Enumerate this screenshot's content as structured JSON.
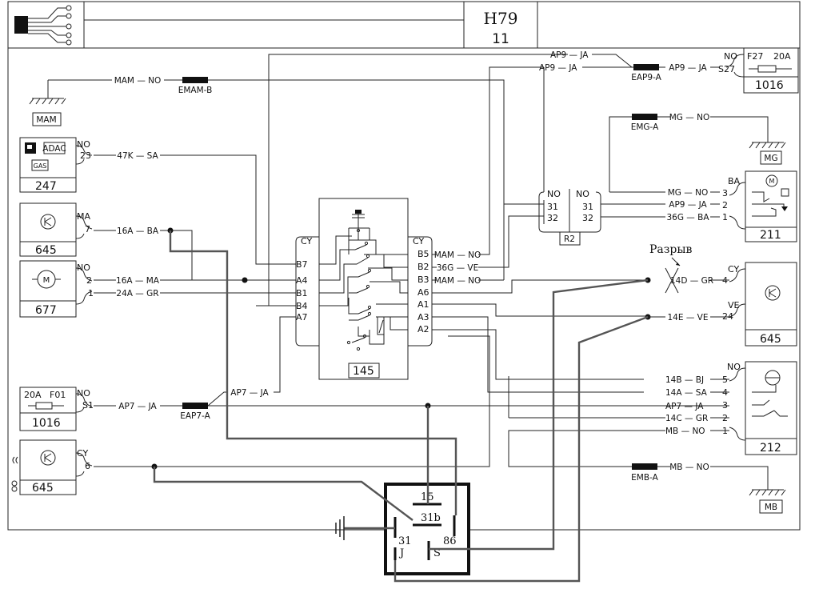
{
  "title": {
    "code": "H79",
    "sheet": "11"
  },
  "note": "Разрыв",
  "components": {
    "c247": {
      "id": "247",
      "icons": [
        "ADAC",
        "GAS"
      ]
    },
    "c645a": {
      "id": "645"
    },
    "c677": {
      "id": "677"
    },
    "c1016a": {
      "id": "1016",
      "fuse_rating": "20A",
      "fuse_name": "F01"
    },
    "c645b": {
      "id": "645"
    },
    "c145": {
      "id": "145"
    },
    "r2": {
      "id": "R2"
    },
    "c1016b": {
      "id": "1016",
      "fuse_name": "F27",
      "fuse_rating": "20A"
    },
    "c211": {
      "id": "211"
    },
    "c645c": {
      "id": "645"
    },
    "c212": {
      "id": "212"
    },
    "relay": {
      "pins": [
        "15",
        "31b",
        "31",
        "J",
        "86",
        "S"
      ]
    }
  },
  "grounds": {
    "mam": "MAM",
    "mg": "MG",
    "mb": "MB"
  },
  "splices": {
    "emam_b": "EMAM-B",
    "eap9_a": "EAP9-A",
    "emg_a": "EMG-A",
    "eap7_a": "EAP7-A",
    "emb_a": "EMB-A"
  },
  "wires": {
    "mam_no": "MAM — NO",
    "w47k": "47K — SA",
    "w16a_ba": "16A — BA",
    "w16a_ma": "16A — MA",
    "w24a_gr": "24A — GR",
    "ap7_ja_left": "AP7 — JA",
    "ap7_ja_mid": "AP7 — JA",
    "ap9_ja_top": "AP9 — JA",
    "ap9_ja_2": "AP9 — JA",
    "ap9_ja_3": "AP9 — JA",
    "mg_no_top": "MG — NO",
    "mg_no_211": "MG — NO",
    "ap9_ja_211": "AP9 — JA",
    "w36g_ba": "36G — BA",
    "mam_no_b5": "MAM — NO",
    "w36g_ve": "36G — VE",
    "mam_no_b3": "MAM — NO",
    "w14d_gr": "14D — GR",
    "w14e_ve": "14E — VE",
    "w14b_bj": "14B — BJ",
    "w14a_sa": "14A — SA",
    "ap7_ja_212": "AP7 — JA",
    "w14c_gr": "14C — GR",
    "mb_no_212": "MB — NO",
    "mb_no_emb": "MB — NO"
  },
  "pins": {
    "p247": {
      "a": "NO",
      "b": "23"
    },
    "p645a": {
      "a": "MA",
      "b": "7"
    },
    "p677": {
      "a": "NO",
      "b": "2",
      "c": "1"
    },
    "p1016a": {
      "a": "NO",
      "b": "S1"
    },
    "p645b": {
      "a": "CY",
      "b": "6"
    },
    "p145_left": [
      "CY",
      "B7",
      "A4",
      "B1",
      "B4",
      "A7"
    ],
    "p145_right": [
      "CY",
      "B5",
      "B2",
      "B3",
      "A6",
      "A1",
      "A3",
      "A2"
    ],
    "pr2": {
      "l1": "NO",
      "r1": "NO",
      "l2": "31",
      "r2": "31",
      "l3": "32",
      "r3": "32"
    },
    "p1016b": {
      "a": "NO",
      "b": "S27"
    },
    "p211": [
      "BA",
      "3",
      "2",
      "1"
    ],
    "p645c": {
      "a": "CY",
      "b": "4",
      "c": "VE",
      "d": "24"
    },
    "p212": [
      "NO",
      "5",
      "4",
      "3",
      "2",
      "1"
    ]
  }
}
